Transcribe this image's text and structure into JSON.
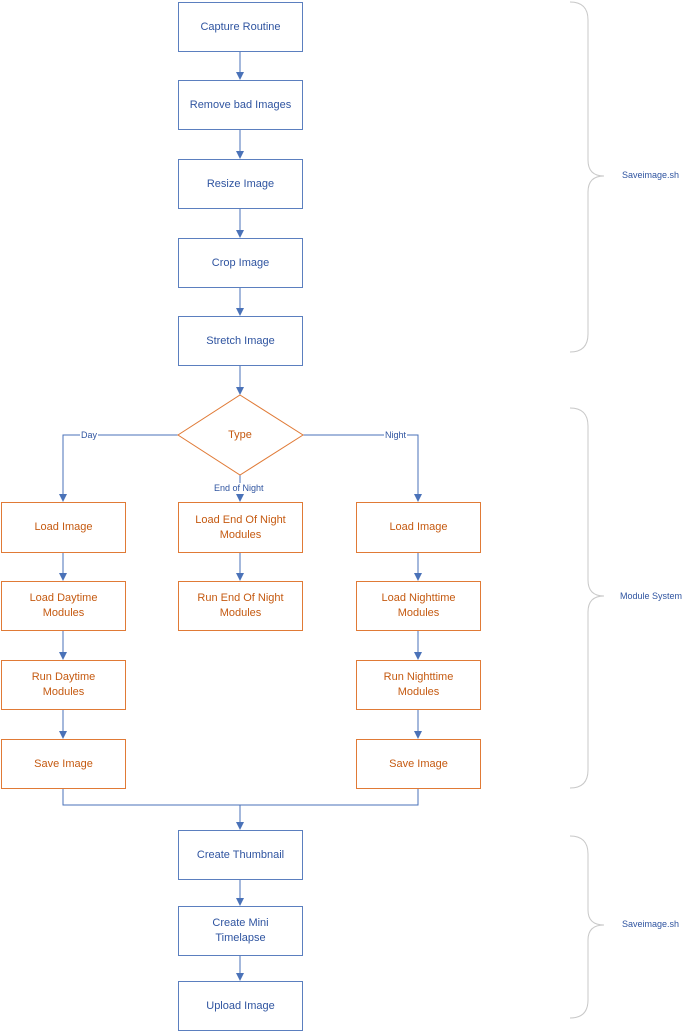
{
  "nodes": {
    "capture": "Capture Routine",
    "remove_bad": "Remove bad Images",
    "resize": "Resize Image",
    "crop": "Crop Image",
    "stretch": "Stretch Image",
    "type": "Type",
    "day_load": "Load Image",
    "day_load_modules": "Load Daytime\nModules",
    "day_run_modules": "Run Daytime\nModules",
    "day_save": "Save Image",
    "eon_load_modules": "Load End Of Night\nModules",
    "eon_run_modules": "Run End Of Night\nModules",
    "night_load": "Load Image",
    "night_load_modules": "Load Nighttime\nModules",
    "night_run_modules": "Run Nighttime\nModules",
    "night_save": "Save Image",
    "thumbnail": "Create Thumbnail",
    "mini_timelapse": "Create Mini\nTimelapse",
    "upload": "Upload Image"
  },
  "branches": {
    "day": "Day",
    "night": "Night",
    "end_of_night": "End of Night"
  },
  "groups": {
    "top": "Saveimage.sh",
    "middle": "Module System",
    "bottom": "Saveimage.sh"
  },
  "colors": {
    "blue_stroke": "#5b7fbf",
    "blue_text": "#2f54a0",
    "orange_stroke": "#e07a36",
    "orange_text": "#c55a11",
    "brace": "#c8c8c8"
  }
}
